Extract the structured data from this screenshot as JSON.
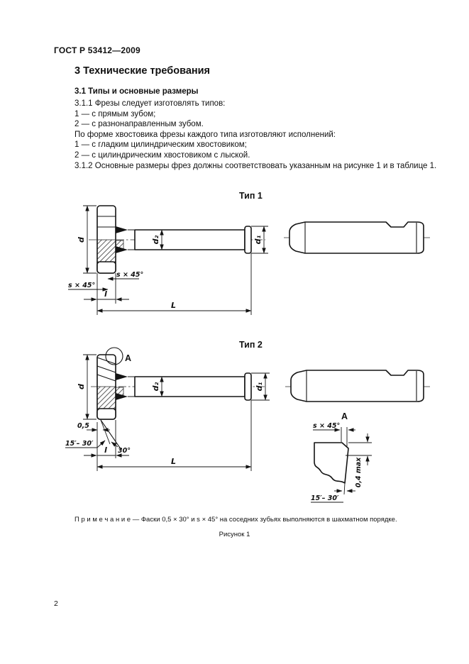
{
  "page": {
    "header": "ГОСТ Р 53412—2009",
    "page_number": "2"
  },
  "section": {
    "title": "3  Технические требования",
    "subsection": "3.1  Типы и основные размеры",
    "paragraphs": [
      "3.1.1  Фрезы следует изготовлять типов:",
      "1 — с прямым зубом;",
      "2 — с разнонаправленным зубом.",
      "По форме хвостовика фрезы каждого типа изготовляют исполнений:",
      "1 — с гладким цилиндрическим хвостовиком;",
      "2 — с цилиндрическим хвостовиком с лыской.",
      "3.1.2  Основные размеры фрез должны соответствовать указанным на рисунке 1 и в таблице 1."
    ]
  },
  "figure": {
    "type1": {
      "title": "Тип 1"
    },
    "type2": {
      "title": "Тип 2"
    },
    "dims": {
      "d": "d",
      "d1": "d₁",
      "d2": "d₂",
      "l": "l",
      "L": "L"
    },
    "callouts": {
      "chamfer_s45": "s × 45°",
      "chamfer_05": "0,5",
      "angle_15_30": "15′– 30′",
      "angle_30": "30°",
      "detail_a": "A",
      "max_04": "0,4 max"
    },
    "note": "П р и м е ч а н и е — Фаски 0,5 × 30° и s × 45° на соседних зубьях выполняются в шахматном порядке.",
    "caption": "Рисунок 1"
  },
  "colors": {
    "ink": "#141414",
    "paper": "#ffffff"
  }
}
